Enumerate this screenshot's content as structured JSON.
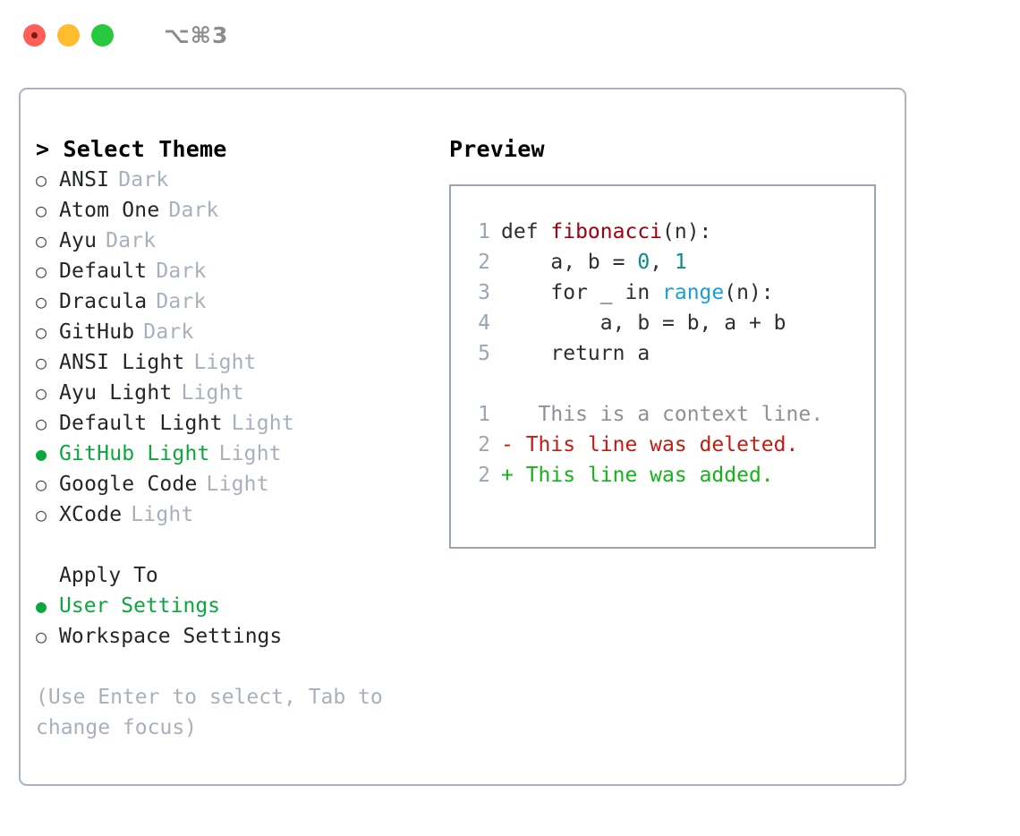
{
  "window": {
    "shortcut": "⌥⌘3",
    "traffic_lights": [
      "close",
      "minimize",
      "zoom"
    ]
  },
  "theme_panel": {
    "header": "> Select Theme",
    "bullet_unselected": "○",
    "bullet_selected": "●",
    "selected_theme": "GitHub Light",
    "accent_color": "#0aa83c",
    "items": [
      {
        "name": "ANSI",
        "kind": "Dark",
        "selected": false
      },
      {
        "name": "Atom One",
        "kind": "Dark",
        "selected": false
      },
      {
        "name": "Ayu",
        "kind": "Dark",
        "selected": false
      },
      {
        "name": "Default",
        "kind": "Dark",
        "selected": false
      },
      {
        "name": "Dracula",
        "kind": "Dark",
        "selected": false
      },
      {
        "name": "GitHub",
        "kind": "Dark",
        "selected": false
      },
      {
        "name": "ANSI Light",
        "kind": "Light",
        "selected": false
      },
      {
        "name": "Ayu Light",
        "kind": "Light",
        "selected": false
      },
      {
        "name": "Default Light",
        "kind": "Light",
        "selected": false
      },
      {
        "name": "GitHub Light",
        "kind": "Light",
        "selected": true
      },
      {
        "name": "Google Code",
        "kind": "Light",
        "selected": false
      },
      {
        "name": "XCode",
        "kind": "Light",
        "selected": false
      }
    ]
  },
  "apply_to": {
    "title": "Apply To",
    "selected": "User Settings",
    "options": [
      {
        "label": "User Settings",
        "selected": true
      },
      {
        "label": "Workspace Settings",
        "selected": false
      }
    ]
  },
  "hint": "(Use Enter to select, Tab to change focus)",
  "preview": {
    "header": "Preview",
    "code_lines": [
      {
        "num": "1",
        "tokens": [
          {
            "t": "def ",
            "c": "plain"
          },
          {
            "t": "fibonacci",
            "c": "func"
          },
          {
            "t": "(n):",
            "c": "plain"
          }
        ]
      },
      {
        "num": "2",
        "tokens": [
          {
            "t": "    a, b = ",
            "c": "plain"
          },
          {
            "t": "0",
            "c": "num"
          },
          {
            "t": ", ",
            "c": "plain"
          },
          {
            "t": "1",
            "c": "num"
          }
        ]
      },
      {
        "num": "3",
        "tokens": [
          {
            "t": "    for _ in ",
            "c": "plain"
          },
          {
            "t": "range",
            "c": "call"
          },
          {
            "t": "(n):",
            "c": "plain"
          }
        ]
      },
      {
        "num": "4",
        "tokens": [
          {
            "t": "        a, b = b, a + b",
            "c": "plain"
          }
        ]
      },
      {
        "num": "5",
        "tokens": [
          {
            "t": "    return a",
            "c": "plain"
          }
        ]
      }
    ],
    "diff_lines": [
      {
        "num": "1",
        "marker": " ",
        "text": "  This is a context line.",
        "kind": "context"
      },
      {
        "num": "2",
        "marker": "-",
        "text": " This line was deleted.",
        "kind": "deleted"
      },
      {
        "num": "2",
        "marker": "+",
        "text": " This line was added.",
        "kind": "added"
      }
    ]
  }
}
